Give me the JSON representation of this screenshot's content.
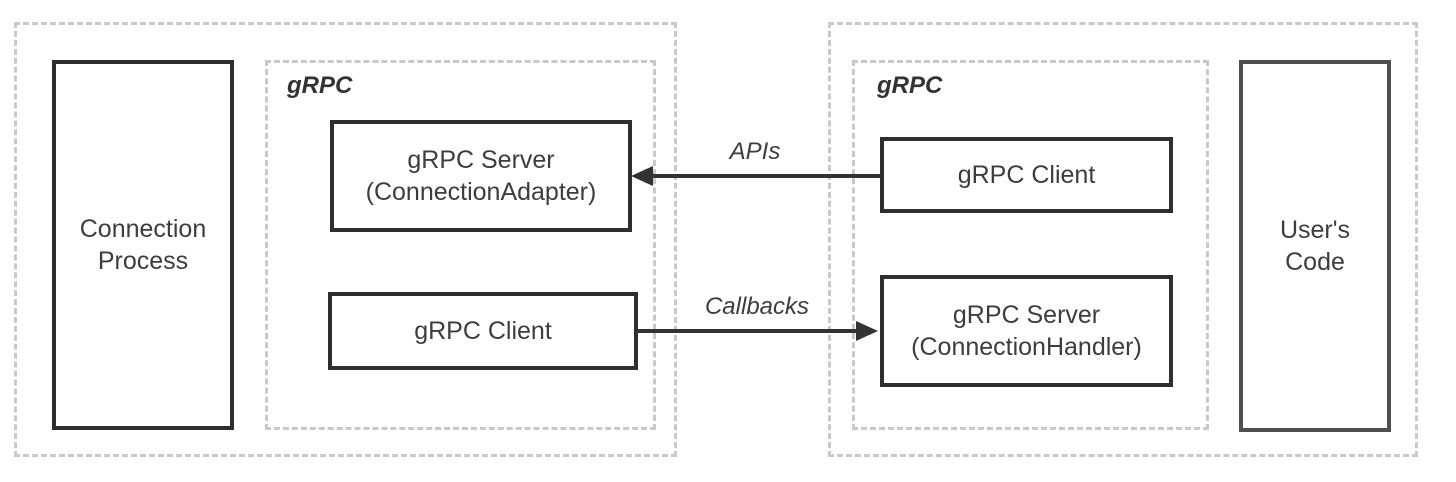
{
  "left_group": {
    "process_box": {
      "line1": "Connection",
      "line2": "Process"
    },
    "grpc_label": "gRPC",
    "server_box": {
      "line1": "gRPC Server",
      "line2": "(ConnectionAdapter)"
    },
    "client_box": {
      "label": "gRPC Client"
    }
  },
  "right_group": {
    "grpc_label": "gRPC",
    "client_box": {
      "label": "gRPC Client"
    },
    "server_box": {
      "line1": "gRPC Server",
      "line2": "(ConnectionHandler)"
    },
    "code_box": {
      "line1": "User's",
      "line2": "Code"
    }
  },
  "arrows": [
    {
      "label": "APIs",
      "direction": "left",
      "from": "right gRPC Client",
      "to": "gRPC Server (ConnectionAdapter)"
    },
    {
      "label": "Callbacks",
      "direction": "right",
      "from": "left gRPC Client",
      "to": "gRPC Server (ConnectionHandler)"
    }
  ],
  "colors": {
    "background": "#ffffff",
    "solid_border": "#2f2f2f",
    "users_code_border": "#4f4f4f",
    "dashed_border": "#c9c9c9",
    "text": "#3d3d3d",
    "arrow": "#333333"
  }
}
